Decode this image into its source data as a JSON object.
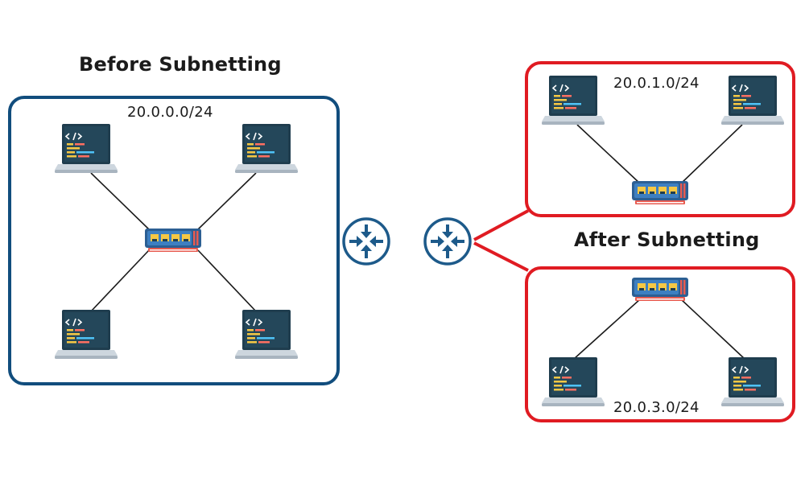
{
  "before": {
    "title": "Before Subnetting",
    "network": "20.0.0.0/24"
  },
  "after": {
    "title": "After Subnetting",
    "subnets": [
      "20.0.1.0/24",
      "20.0.3.0/24"
    ]
  },
  "colors": {
    "before_border": "#114d7d",
    "after_border": "#e01b22",
    "router": "#1d5a8a",
    "screen": "#1f3d4e",
    "laptop_base": "#cdd6de",
    "switch_body": "#3d7fc1",
    "switch_port": "#f6c844",
    "switch_stripe": "#e85a4f"
  },
  "icons": {
    "laptop": "laptop-icon",
    "switch": "switch-icon",
    "router": "router-icon",
    "code": "code-brackets"
  }
}
